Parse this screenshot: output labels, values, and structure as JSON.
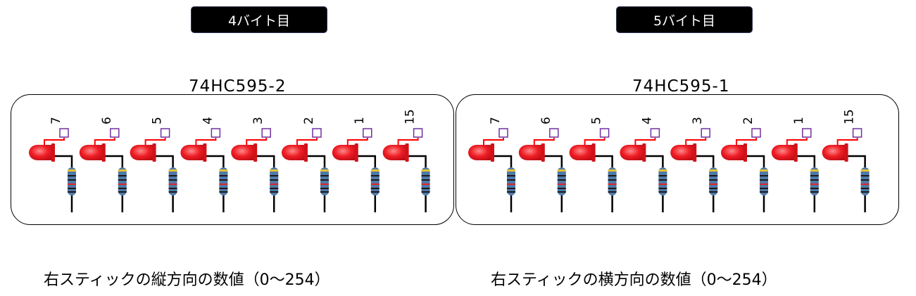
{
  "panels": [
    {
      "byte_label": "4バイト目",
      "chip": "74HC595-2",
      "pins": [
        "7",
        "6",
        "5",
        "4",
        "3",
        "2",
        "1",
        "15"
      ],
      "caption": "右スティックの縦方向の数値（0～254）"
    },
    {
      "byte_label": "5バイト目",
      "chip": "74HC595-1",
      "pins": [
        "7",
        "6",
        "5",
        "4",
        "3",
        "2",
        "1",
        "15"
      ],
      "caption": "右スティックの横方向の数値（0～254）"
    }
  ],
  "colors": {
    "led": "#ee1c24",
    "pin_box": "#7030a0",
    "wire_red": "#ff0000",
    "wire_black": "#000000",
    "resistor_body": "#4f79a8",
    "resistor_band_gold": "#e8c232",
    "resistor_band_dark": "#1a1a1a",
    "resistor_band_red": "#e02424"
  }
}
